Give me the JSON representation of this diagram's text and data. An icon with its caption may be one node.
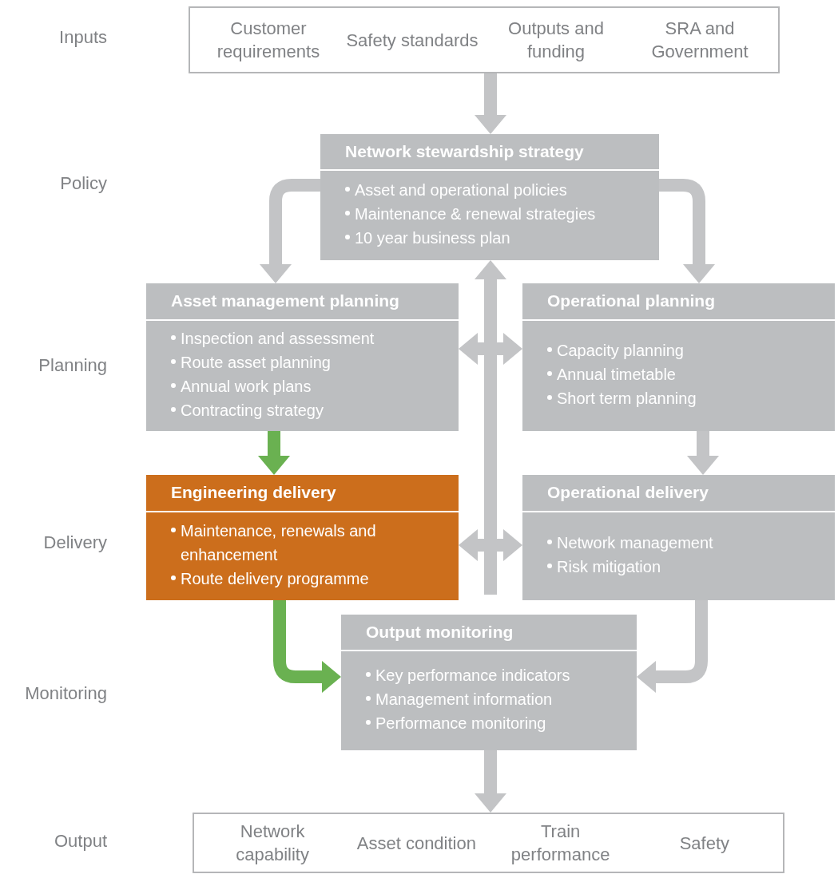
{
  "diagram": {
    "nodes": [
      {
        "text": [
          "Customer requirements",
          "Safety standards",
          "Outputs and funding",
          "SRA and Government"
        ]
      },
      {
        "text": [
          "Network stewardship strategy",
          "Asset and operational policies",
          "Maintenance & renewal strategies",
          "10 year business plan"
        ]
      },
      {
        "text": [
          "Asset management planning",
          "Inspection and assessment",
          "Route asset planning",
          "Annual work plans",
          "Contracting strategy"
        ]
      },
      {
        "text": [
          "Operational planning",
          "Capacity planning",
          "Annual timetable",
          "Short term planning"
        ]
      },
      {
        "text": [
          "Engineering delivery",
          "Maintenance, renewals and enhancement",
          "Route delivery programme"
        ]
      },
      {
        "text": [
          "Operational delivery",
          "Network management",
          "Risk mitigation"
        ]
      },
      {
        "text": [
          "Output monitoring",
          "Key performance indicators",
          "Management information",
          "Performance monitoring"
        ]
      },
      {
        "text": [
          "Network capability",
          "Asset condition",
          "Train performance",
          "Safety"
        ]
      }
    ],
    "edges": [
      {
        "from": 0,
        "to": 1,
        "arrow": "to"
      },
      {
        "from": 1,
        "to": 2,
        "arrow": "to"
      },
      {
        "from": 1,
        "to": 3,
        "arrow": "to"
      },
      {
        "from": 2,
        "to": 4,
        "arrow": "to",
        "color": "#6ab151"
      },
      {
        "from": 3,
        "to": 5,
        "arrow": "to"
      },
      {
        "from": 4,
        "to": 6,
        "arrow": "to",
        "color": "#6ab151"
      },
      {
        "from": 5,
        "to": 6,
        "arrow": "to"
      },
      {
        "from": 6,
        "to": 7,
        "arrow": "to"
      },
      {
        "from": 2,
        "to": 3,
        "arrow": "both"
      },
      {
        "from": 4,
        "to": 5,
        "arrow": "both"
      },
      {
        "from": null,
        "to": 1,
        "arrow": "to"
      }
    ],
    "labels": [
      "Inputs",
      "Policy",
      "Planning",
      "Delivery",
      "Monitoring",
      "Output"
    ]
  }
}
